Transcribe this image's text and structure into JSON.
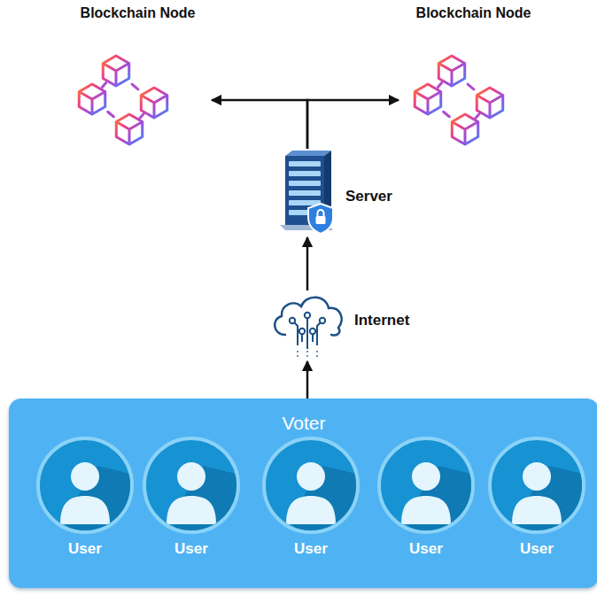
{
  "diagram": {
    "nodes": [
      {
        "text": [
          "Blockchain Node"
        ]
      },
      {
        "text": [
          "Blockchain Node"
        ]
      },
      {
        "text": [
          "Server"
        ]
      },
      {
        "text": [
          "Internet"
        ]
      },
      {
        "text": [
          "Voter"
        ]
      },
      {
        "text": [
          "User"
        ],
        "in": 4
      },
      {
        "text": [
          "User"
        ],
        "in": 4
      },
      {
        "text": [
          "User"
        ],
        "in": 4
      },
      {
        "text": [
          "User"
        ],
        "in": 4
      },
      {
        "text": [
          "User"
        ],
        "in": 4
      }
    ],
    "edges": [
      {
        "from": 2,
        "to": 0,
        "arrow": "to"
      },
      {
        "from": 2,
        "to": 1,
        "arrow": "to"
      },
      {
        "from": 3,
        "to": 2,
        "arrow": "to"
      },
      {
        "from": 4,
        "to": 3,
        "arrow": "to"
      }
    ]
  }
}
